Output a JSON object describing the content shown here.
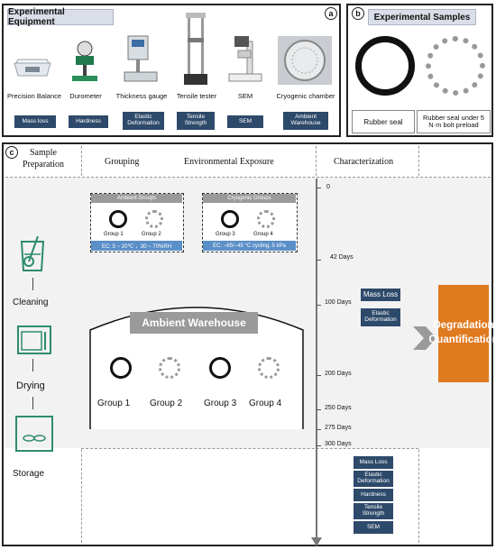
{
  "panel_a": {
    "label": "a",
    "header": "Experimental Equipment",
    "equipment": [
      {
        "name": "Precision  Balance",
        "metric": "Mass loss",
        "icon": "precision-balance-icon"
      },
      {
        "name": "Durometer",
        "metric": "Hardness",
        "icon": "durometer-icon"
      },
      {
        "name": "Thickness gauge",
        "metric": "Elastic Deformation",
        "icon": "thickness-gauge-icon"
      },
      {
        "name": "Tensile tester",
        "metric": "Tensile Strength",
        "icon": "tensile-tester-icon"
      },
      {
        "name": "SEM",
        "metric": "SEM",
        "icon": "sem-icon"
      },
      {
        "name": "Cryogenic chamber",
        "metric": "Ambient Warehouse",
        "icon": "cryogenic-chamber-icon"
      }
    ]
  },
  "panel_b": {
    "label": "b",
    "header": "Experimental Samples",
    "samples": [
      {
        "name": "Rubber seal"
      },
      {
        "name": "Rubber seal under 5 N·m bolt preload"
      }
    ]
  },
  "panel_c": {
    "label": "c",
    "columns": {
      "prep": "Sample Preparation",
      "grouping": "Grouping",
      "exposure": "Environmental Exposure",
      "characterization": "Characterization"
    },
    "prep_steps": [
      {
        "label": "Cleaning",
        "icon": "beaker-icon"
      },
      {
        "label": "Drying",
        "icon": "oven-icon"
      },
      {
        "label": "Storage",
        "icon": "storage-chamber-icon"
      }
    ],
    "ambient_groups": {
      "title": "Ambient Groups",
      "groups": [
        "Group 1",
        "Group 2"
      ],
      "ec": "EC: 5 ~ 20℃ ，30 ~ 70%RH"
    },
    "cryogenic_groups": {
      "title": "Cryogenic Groups",
      "groups": [
        "Group 3",
        "Group 4"
      ],
      "ec": "EC: −85/−45 °C cycling, 5 kPa"
    },
    "warehouse": {
      "title": "Ambient Warehouse",
      "groups": [
        "Group 1",
        "Group 2",
        "Group 3",
        "Group 4"
      ]
    },
    "timeline": [
      {
        "label": "0"
      },
      {
        "label": "42 Days"
      },
      {
        "label": "100 Days"
      },
      {
        "label": "200 Days"
      },
      {
        "label": "250 Days"
      },
      {
        "label": "275 Days"
      },
      {
        "label": "300 Days"
      }
    ],
    "char_100": [
      "Mass Loss",
      "Elastic Deformation"
    ],
    "char_300": [
      "Mass Loss",
      "Elastic Deformation",
      "Hardness",
      "Tensile Strength",
      "SEM"
    ],
    "result": "Degradation Quantification",
    "colors": {
      "navy": "#2e4a6b",
      "orange": "#e07a1f",
      "ec_blue": "#5b8fc7",
      "icon_green": "#2e8b6e"
    }
  }
}
